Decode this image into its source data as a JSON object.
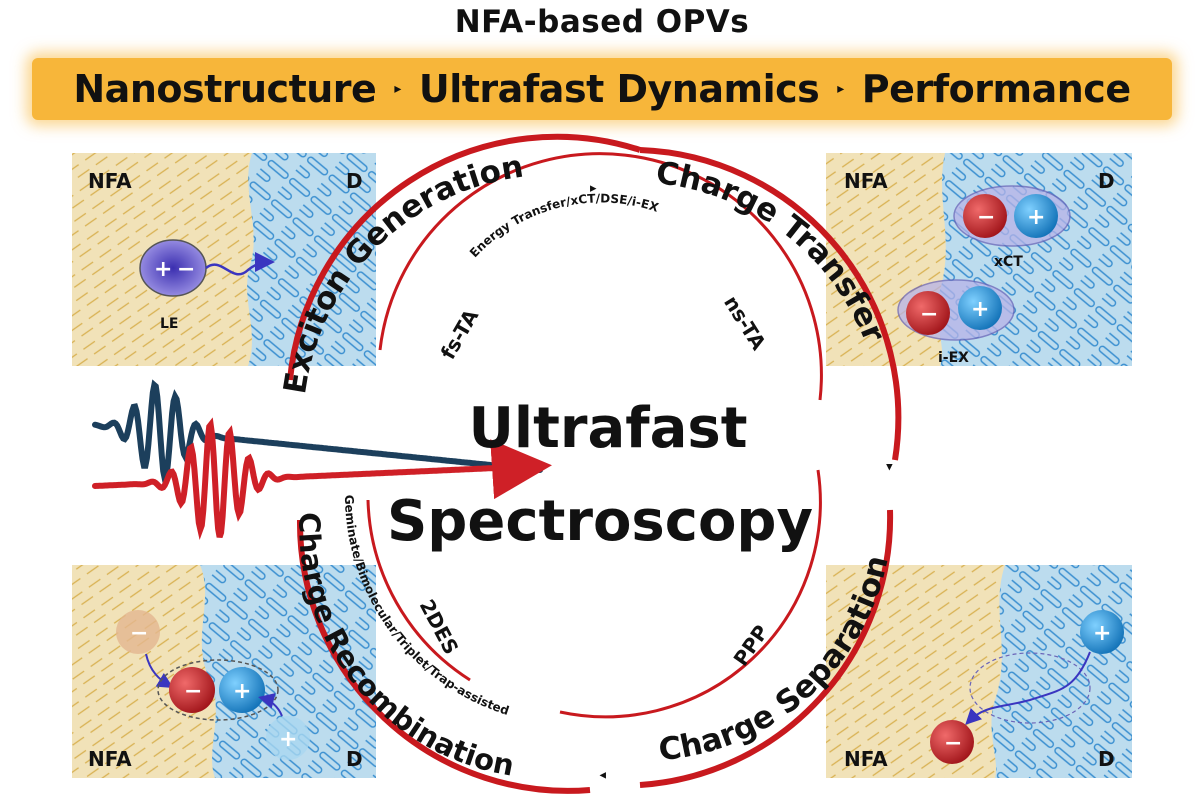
{
  "header": {
    "title": "NFA-based OPVs",
    "banner": [
      "Nanostructure",
      "Ultrafast Dynamics",
      "Performance"
    ],
    "banner_arrow": "▸",
    "banner_color": "#f7b63a"
  },
  "center": {
    "line1": "Ultrafast",
    "line2": "Spectroscopy"
  },
  "ring": {
    "exciton_generation": "Exciton Generation",
    "charge_transfer": "Charge Transfer",
    "charge_separation": "Charge Separation",
    "charge_recombination": "Charge Recombination",
    "energy_transfer": "Energy Transfer/xCT/DSE/i-EX",
    "recombination_types": "Geminate/Bimolecular/Triplet/Trap-assisted",
    "arrow": "▸",
    "techniques": [
      "fs-TA",
      "ns-TA",
      "2DES",
      "PPP"
    ],
    "ring_color": "#c8191e"
  },
  "panels": {
    "top_left": {
      "nfa": "NFA",
      "d": "D",
      "exciton_plus": "+",
      "exciton_minus": "−",
      "label": "LE"
    },
    "top_right": {
      "nfa": "NFA",
      "d": "D",
      "pair1_label": "xCT",
      "pair2_label": "i-EX",
      "minus": "−",
      "plus": "+"
    },
    "bottom_left": {
      "nfa": "NFA",
      "d": "D",
      "minus": "−",
      "plus": "+"
    },
    "bottom_right": {
      "nfa": "NFA",
      "d": "D",
      "minus": "−",
      "plus": "+"
    }
  },
  "colors": {
    "nfa_bg": "#f1e2b8",
    "donor_bg": "#bcdcee",
    "pulse_blue": "#1c3f5c",
    "pulse_red": "#cf2027",
    "hole_blue": "#1f8fd4",
    "electron_red": "#c42127"
  }
}
